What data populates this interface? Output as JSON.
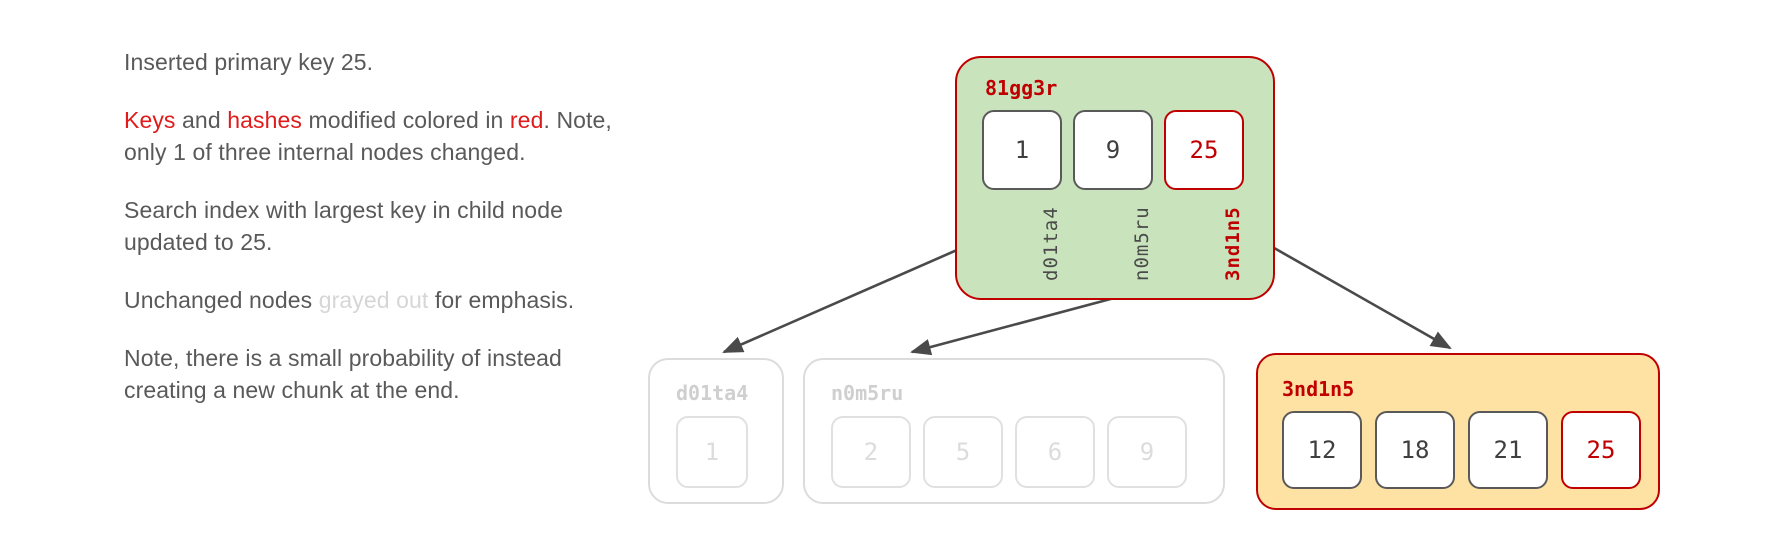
{
  "notes": [
    {
      "id": "note-inserted",
      "segments": [
        {
          "text": "Inserted primary key 25.",
          "style": "normal"
        }
      ]
    },
    {
      "id": "note-colors",
      "segments": [
        {
          "text": "Keys",
          "style": "red"
        },
        {
          "text": " and ",
          "style": "normal"
        },
        {
          "text": "hashes",
          "style": "red"
        },
        {
          "text": " modified colored in ",
          "style": "normal"
        },
        {
          "text": "red",
          "style": "red"
        },
        {
          "text": ". Note, only 1 of three internal nodes changed.",
          "style": "normal"
        }
      ]
    },
    {
      "id": "note-search-index",
      "segments": [
        {
          "text": "Search index with largest key in child node updated to 25.",
          "style": "normal"
        }
      ]
    },
    {
      "id": "note-grayed",
      "segments": [
        {
          "text": "Unchanged nodes ",
          "style": "normal"
        },
        {
          "text": "grayed out",
          "style": "gray"
        },
        {
          "text": " for emphasis.",
          "style": "normal"
        }
      ]
    },
    {
      "id": "note-probability",
      "segments": [
        {
          "text": "Note, there is a small probability of instead creating a new chunk at the end.",
          "style": "normal"
        }
      ]
    }
  ],
  "tree": {
    "root": {
      "label": "81gg3r",
      "label_modified": true,
      "cells": [
        {
          "value": "1",
          "modified": false
        },
        {
          "value": "9",
          "modified": false
        },
        {
          "value": "25",
          "modified": true
        }
      ],
      "child_hashes": [
        {
          "value": "d01ta4",
          "modified": false
        },
        {
          "value": "n0m5ru",
          "modified": false
        },
        {
          "value": "3nd1n5",
          "modified": true
        }
      ]
    },
    "children": [
      {
        "label": "d01ta4",
        "state": "grayed",
        "cells": [
          {
            "value": "1",
            "modified": false
          }
        ]
      },
      {
        "label": "n0m5ru",
        "state": "grayed",
        "cells": [
          {
            "value": "2",
            "modified": false
          },
          {
            "value": "5",
            "modified": false
          },
          {
            "value": "6",
            "modified": false
          },
          {
            "value": "9",
            "modified": false
          }
        ]
      },
      {
        "label": "3nd1n5",
        "state": "highlighted",
        "cells": [
          {
            "value": "12",
            "modified": false
          },
          {
            "value": "18",
            "modified": false
          },
          {
            "value": "21",
            "modified": false
          },
          {
            "value": "25",
            "modified": true
          }
        ]
      }
    ]
  },
  "colors": {
    "text": "#595959",
    "red": "#e01b1b",
    "dark_red": "#c00000",
    "gray_out": "#d6d6d6",
    "root_fill": "#c9e3bd",
    "highlight_fill": "#fde2a3",
    "arrow": "#4a4a4a"
  }
}
